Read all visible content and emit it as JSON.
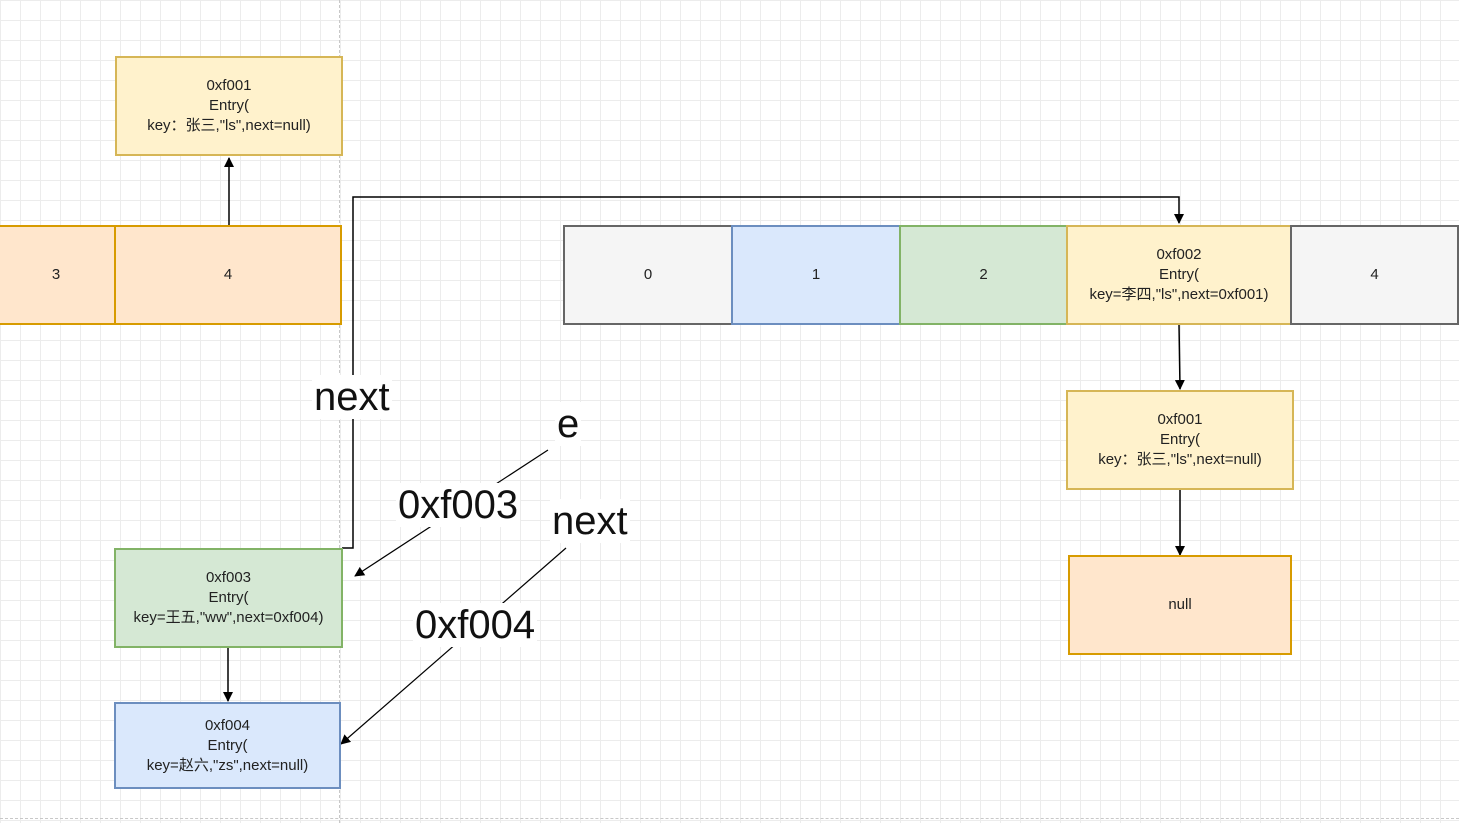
{
  "left_array": {
    "cell3": "3",
    "cell4": "4"
  },
  "left_top_entry": {
    "addr": "0xf001",
    "entry": "Entry(",
    "content": "key：张三,\"ls\",next=null)"
  },
  "entry_0xf003": {
    "addr": "0xf003",
    "entry": "Entry(",
    "content": "key=王五,\"ww\",next=0xf004)"
  },
  "entry_0xf004": {
    "addr": "0xf004",
    "entry": "Entry(",
    "content": "key=赵六,\"zs\",next=null)"
  },
  "right_array": {
    "cell0": "0",
    "cell1": "1",
    "cell2": "2",
    "cell3": {
      "addr": "0xf002",
      "entry": "Entry(",
      "content": "key=李四,\"ls\",next=0xf001)"
    },
    "cell4": "4"
  },
  "right_entry_0xf001": {
    "addr": "0xf001",
    "entry": "Entry(",
    "content": "key：张三,\"ls\",next=null)"
  },
  "null_box": "null",
  "labels": {
    "next_top": "next",
    "e": "e",
    "addr_0xf003": "0xf003",
    "next_bottom": "next",
    "addr_0xf004": "0xf004"
  },
  "colors": {
    "orange_fill": "#ffe6cc",
    "orange_stroke": "#d79b00",
    "yellow_fill": "#fff2cc",
    "yellow_stroke": "#d6b656",
    "gray_fill": "#f5f5f5",
    "blue_fill": "#dae8fc",
    "green_fill": "#d5e8d4"
  }
}
